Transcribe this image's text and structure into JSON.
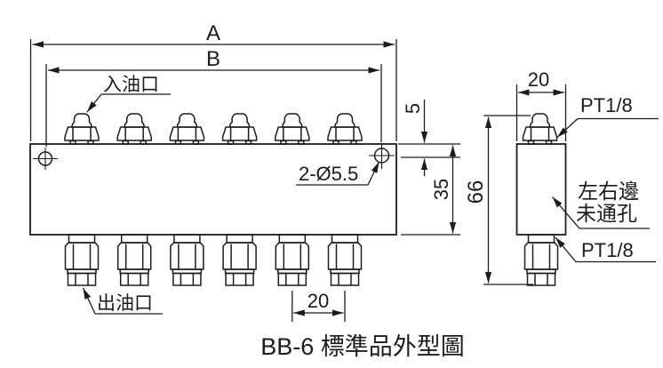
{
  "drawing": {
    "title": "BB-6 標準品外型圖",
    "front_view": {
      "dim_overall_width": "A",
      "dim_hole_pitch": "B",
      "inlet_label": "入油口",
      "outlet_label": "出油口",
      "mounting_holes_note": "2-Ø5.5",
      "dim_top_to_hole": "5",
      "dim_block_height": "35",
      "dim_outlet_spacing": "20"
    },
    "side_view": {
      "dim_depth": "20",
      "dim_total_height": "66",
      "thread_top": "PT1/8",
      "thread_bottom": "PT1/8",
      "note_line1": "左右邊",
      "note_line2": "未通孔"
    },
    "colors": {
      "line": "#1c1c1c",
      "background": "#ffffff"
    }
  }
}
